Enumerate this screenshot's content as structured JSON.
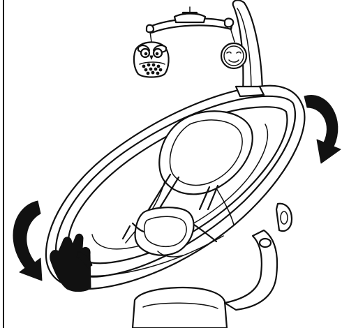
{
  "figure": {
    "type": "instruction-illustration",
    "colors": {
      "line": "#111111",
      "background": "#ffffff"
    },
    "parts": [
      "page-border",
      "toy-bar-mobile",
      "owl-toy",
      "moon-toy",
      "swing-seat",
      "seat-pad",
      "harness-buckle",
      "base-stand",
      "hand",
      "rotate-arrow-left",
      "rotate-arrow-right"
    ]
  }
}
